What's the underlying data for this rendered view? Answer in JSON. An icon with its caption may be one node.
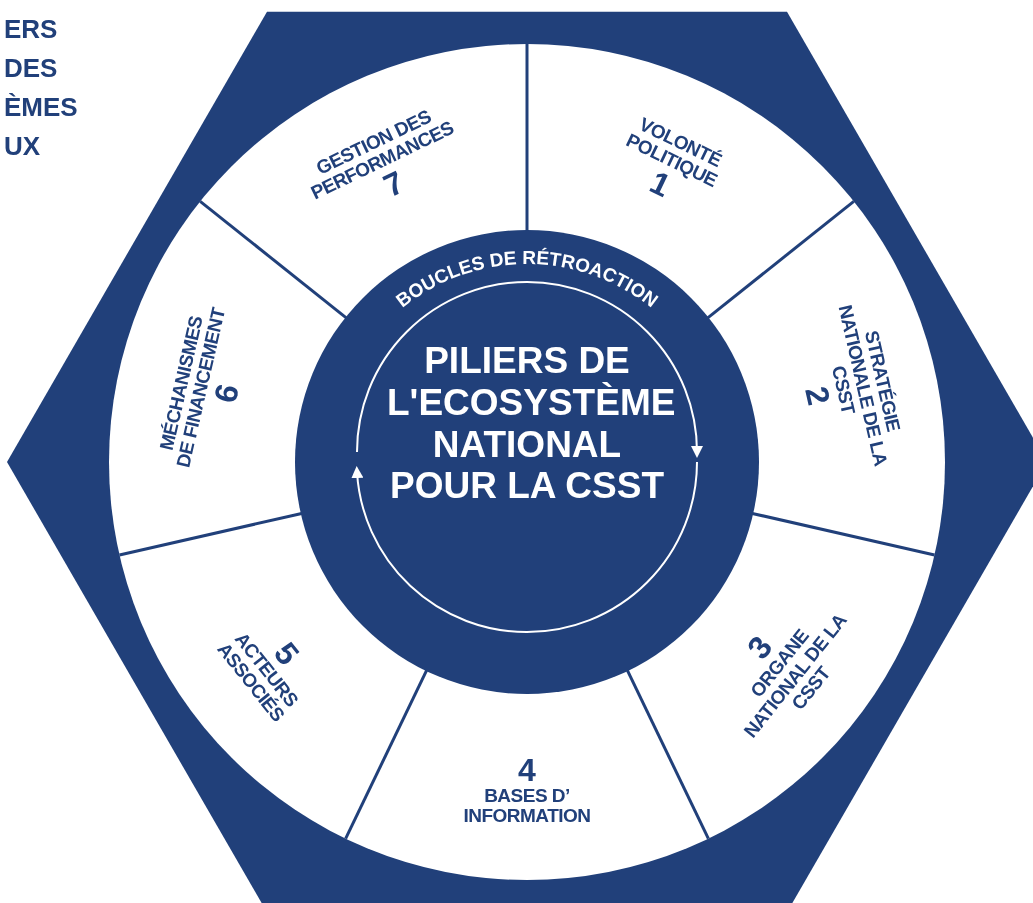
{
  "diagram": {
    "nodes": [
      {
        "text": [
          "BOUCLES DE RÉTROACTION",
          "PILIERS DE L'ECOSYSTÈME NATIONAL POUR LA CSST"
        ]
      },
      {
        "text": [
          "1",
          "VOLONTÉ POLITIQUE"
        ]
      },
      {
        "text": [
          "2",
          "STRATÉGIE NATIONALE DE LA CSST"
        ]
      },
      {
        "text": [
          "3",
          "ORGANE NATIONAL DE LA CSST"
        ]
      },
      {
        "text": [
          "4",
          "BASES D’ INFORMATION"
        ]
      },
      {
        "text": [
          "5",
          "ACTEURS ASSOCIÉS"
        ]
      },
      {
        "text": [
          "6",
          "MÉCHANISMES DE FINANCEMENT"
        ]
      },
      {
        "text": [
          "7",
          "GESTION DES PERFORMANCES"
        ]
      }
    ],
    "edges": [],
    "labels": [
      "ERS DES ÈMES UX"
    ]
  }
}
